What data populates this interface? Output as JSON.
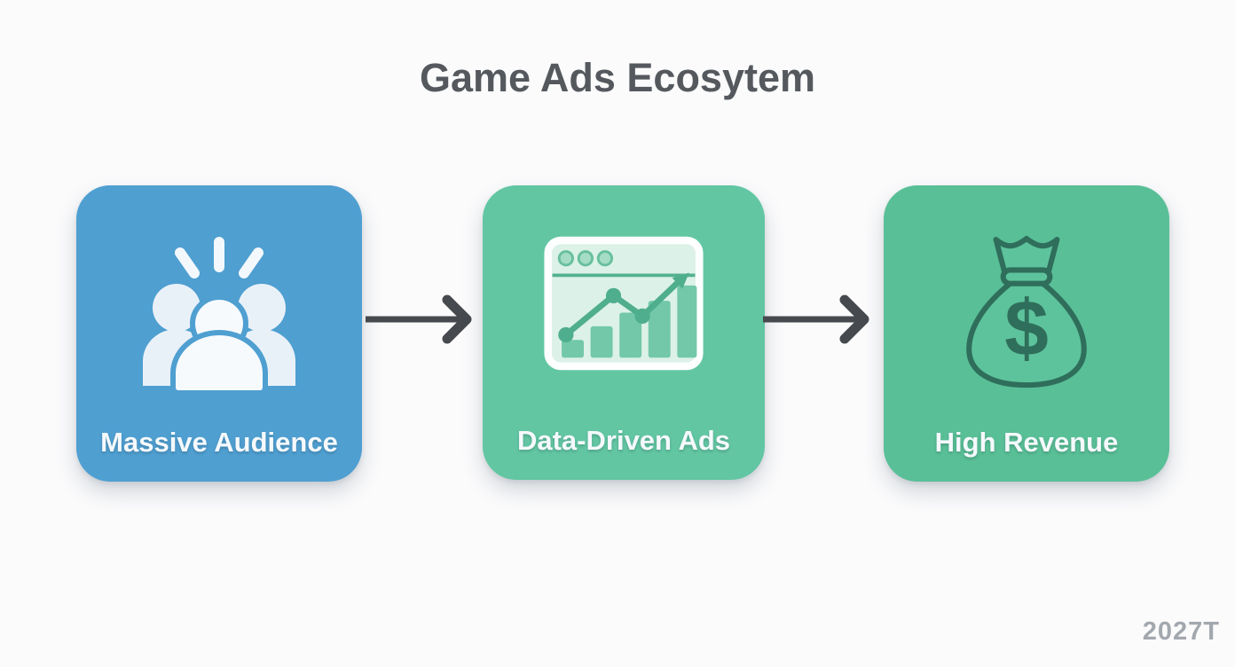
{
  "title": "Game Ads Ecosytem",
  "watermark": "2027T",
  "flow": {
    "steps": [
      {
        "label": "Massive Audience",
        "icon": "audience-people-icon",
        "bg": "#4f9fd1"
      },
      {
        "label": "Data-Driven Ads",
        "icon": "analytics-window-icon",
        "bg": "#62c6a3"
      },
      {
        "label": "High Revenue",
        "icon": "money-bag-icon",
        "bg": "#59bf97"
      }
    ],
    "connector": "arrow-right"
  },
  "colors": {
    "background": "#fbfbfc",
    "title_text": "#55595e",
    "card_label_text": "#f5f9fc",
    "arrow": "#46494d",
    "watermark_text": "#a2a8ae",
    "step1_bg": "#4f9fd1",
    "step2_bg": "#62c6a3",
    "step3_bg": "#59bf97",
    "icon_dark_teal": "#2f6e5b",
    "icon_white": "#f3f8fc"
  }
}
